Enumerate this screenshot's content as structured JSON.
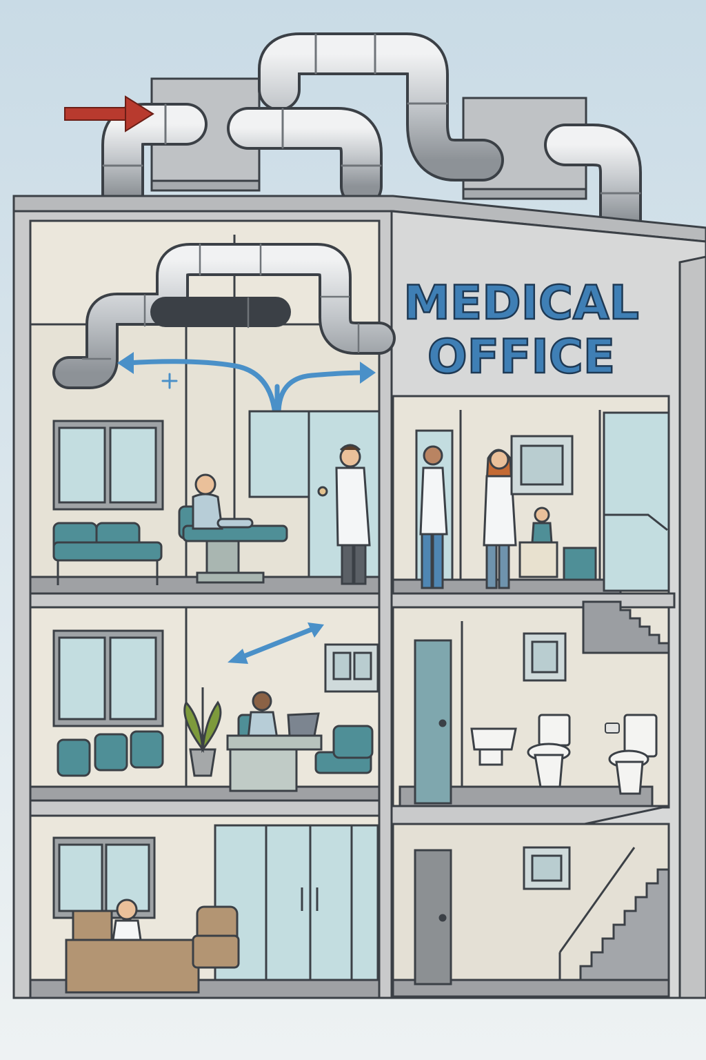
{
  "sign": {
    "line1": "MEDICAL",
    "line2": "OFFICE"
  },
  "colors": {
    "sky": "#dbe7ee",
    "wall": "#e9e5da",
    "structure": "#c9cacb",
    "outline": "#3b4046",
    "duct": "#c4c8cc",
    "airflow_arrow": "#4a90c8",
    "intake_arrow": "#b83a2e",
    "sign_fill": "#3f7fb5",
    "furniture_teal": "#4f8f97",
    "glass": "#c3dde0",
    "wood": "#b39573"
  },
  "icons": {
    "intake": "red-intake-arrow",
    "airflow": "blue-airflow-arrow"
  }
}
